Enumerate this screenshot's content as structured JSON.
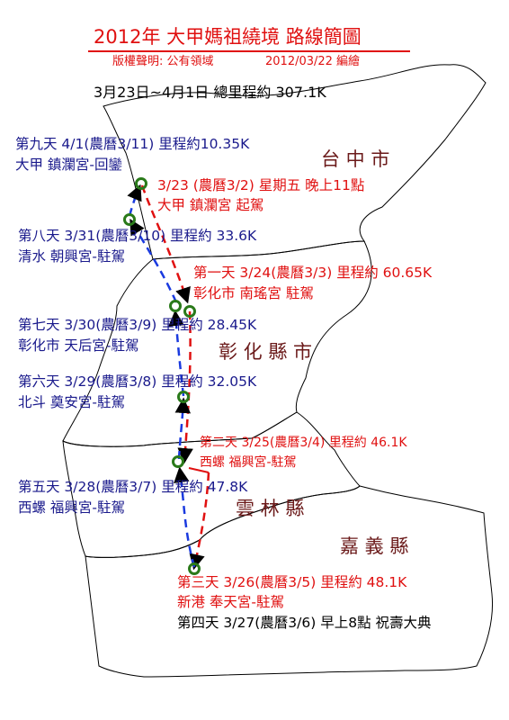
{
  "title": "2012年 大甲媽祖繞境 路線簡圖",
  "copyright": "版權聲明: 公有領域",
  "date": "2012/03/22 編繪",
  "summary": "3月23日~4月1日 總里程約 307.1K",
  "regions": {
    "taichung": "台 中 市",
    "changhua": "彰 化 縣 市",
    "yunlin": "雲 林 縣",
    "chiayi": "嘉 義 縣"
  },
  "stops": [
    {
      "line1": "3/23 (農曆3/2) 星期五 晚上11點",
      "line2": "大甲 鎮瀾宮 起駕"
    },
    {
      "line1": "第一天 3/24(農曆3/3) 里程約 60.65K",
      "line2": "彰化市 南瑤宮 駐駕"
    },
    {
      "line1": "第二天 3/25(農曆3/4) 里程約 46.1K",
      "line2": "西螺 福興宮-駐駕"
    },
    {
      "line1": "第三天 3/26(農曆3/5) 里程約 48.1K",
      "line2": "新港 奉天宮-駐駕"
    },
    {
      "line1": "第四天 3/27(農曆3/6) 早上8點 祝壽大典"
    },
    {
      "line1": "第五天 3/28(農曆3/7) 里程約 47.8K",
      "line2": "西螺 福興宮-駐駕"
    },
    {
      "line1": "第六天 3/29(農曆3/8) 里程約 32.05K",
      "line2": "北斗 奠安宮-駐駕"
    },
    {
      "line1": "第七天 3/30(農曆3/9) 里程約 28.45K",
      "line2": "彰化市 天后宮-駐駕"
    },
    {
      "line1": "第八天 3/31(農曆3/10) 里程約 33.6K",
      "line2": "清水 朝興宮-駐駕"
    },
    {
      "line1": "第九天 4/1(農曆3/11) 里程約10.35K",
      "line2": "大甲 鎮瀾宮-回鑾"
    }
  ],
  "colors": {
    "outbound": "#e01010",
    "return": "#1a3adf",
    "marker": "#2a7a1a",
    "region_label": "#6b1a1a",
    "return_text": "#1a1a8c"
  }
}
